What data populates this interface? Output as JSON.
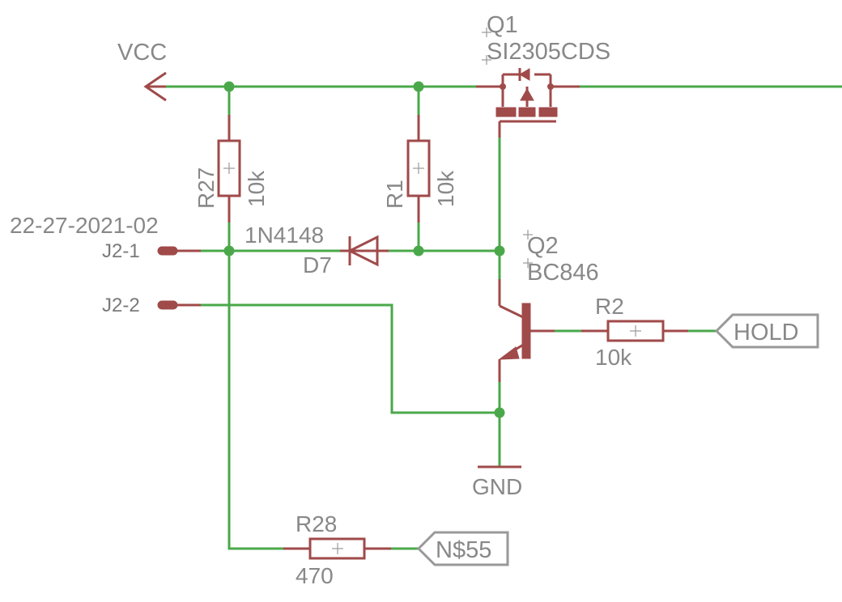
{
  "supply": {
    "vcc": "VCC",
    "gnd": "GND"
  },
  "components": {
    "q1": {
      "name": "Q1",
      "value": "SI2305CDS"
    },
    "q2": {
      "name": "Q2",
      "value": "BC846"
    },
    "r27": {
      "name": "R27",
      "value": "10k"
    },
    "r1": {
      "name": "R1",
      "value": "10k"
    },
    "r2": {
      "name": "R2",
      "value": "10k"
    },
    "r28": {
      "name": "R28",
      "value": "470"
    },
    "d7": {
      "name": "D7",
      "value": "1N4148"
    }
  },
  "connector": {
    "part": "22-27-2021-02",
    "pin1": "J2-1",
    "pin2": "J2-2"
  },
  "net_labels": {
    "hold": "HOLD",
    "n55": "N$55"
  },
  "colors": {
    "wire": "#4aa84a",
    "component": "#a04a4a",
    "label": "#888888"
  }
}
